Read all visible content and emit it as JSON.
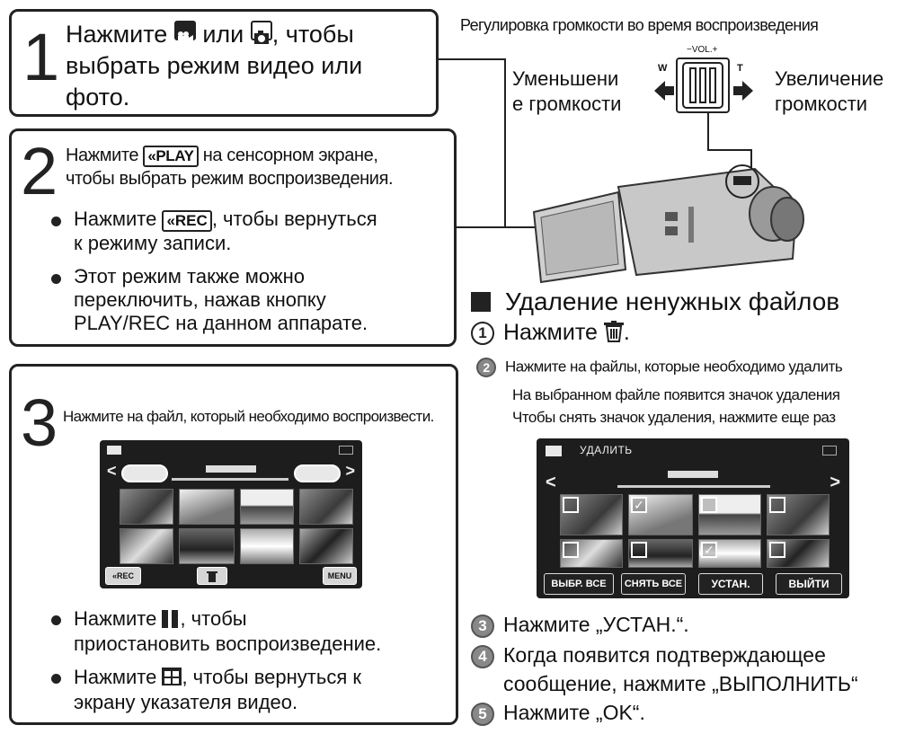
{
  "step1": {
    "number": "1",
    "text_a": "Нажмите",
    "text_b": "или",
    "text_c": ", чтобы",
    "line2": "выбрать режим видео или",
    "line3": "фото.",
    "icon_video": "video-mode-icon",
    "icon_photo": "photo-mode-icon"
  },
  "step2": {
    "number": "2",
    "line1_a": "Нажмите",
    "play_label": "«PLAY",
    "line1_b": "на сенсорном экране,",
    "line2": "чтобы выбрать режим воспроизведения.",
    "bullet1_a": "Нажмите",
    "rec_label": "«REC",
    "bullet1_b": ", чтобы вернуться",
    "bullet1_line2": "к режиму записи.",
    "bullet2_line1": "Этот режим также можно",
    "bullet2_line2": "переключить, нажав кнопку",
    "bullet2_line3": "PLAY/REC на данном аппарате."
  },
  "step3": {
    "number": "3",
    "line1": "Нажмите на файл, который необходимо воспроизвести.",
    "screen_rec": "«REC",
    "screen_menu": "MENU",
    "bullet1_a": "Нажмите",
    "bullet1_b": ", чтобы",
    "bullet1_line2": "приостановить воспроизведение.",
    "bullet2_a": "Нажмите",
    "bullet2_b": ", чтобы вернуться к",
    "bullet2_line2": "экрану указателя видео.",
    "icon_pause": "pause-icon",
    "icon_index": "index-icon"
  },
  "volume": {
    "title": "Регулировка громкости во время воспроизведения",
    "vol_label": "−VOL.+",
    "w_label": "W",
    "t_label": "T",
    "decrease_line1": "Уменьшени",
    "decrease_line2": "е громкости",
    "increase_line1": "Увеличение",
    "increase_line2": "громкости"
  },
  "delete": {
    "heading": "Удаление ненужных файлов",
    "step1_num": "1",
    "step1_text": "Нажмите",
    "step1_end": ".",
    "step2_num": "2",
    "step2_text": "Нажмите на файлы, которые необходимо удалить",
    "step2_note1": "На выбранном файле появится значок удаления",
    "step2_note2": "Чтобы снять значок удаления, нажмите еще раз",
    "screen_title": "УДАЛИТЬ",
    "btn_select_all": "ВЫБР. ВСЕ",
    "btn_clear_all": "СНЯТЬ ВСЕ",
    "btn_set": "УСТАН.",
    "btn_exit": "ВЫЙТИ",
    "step3_num": "3",
    "step3_text": "Нажмите „УСТАН.“.",
    "step4_num": "4",
    "step4_line1": "Когда появится подтверждающее",
    "step4_line2": "сообщение, нажмите „ВЫПОЛНИТЬ“",
    "step5_num": "5",
    "step5_text": "Нажмите „OK“.",
    "icon_trash": "trash-icon"
  }
}
